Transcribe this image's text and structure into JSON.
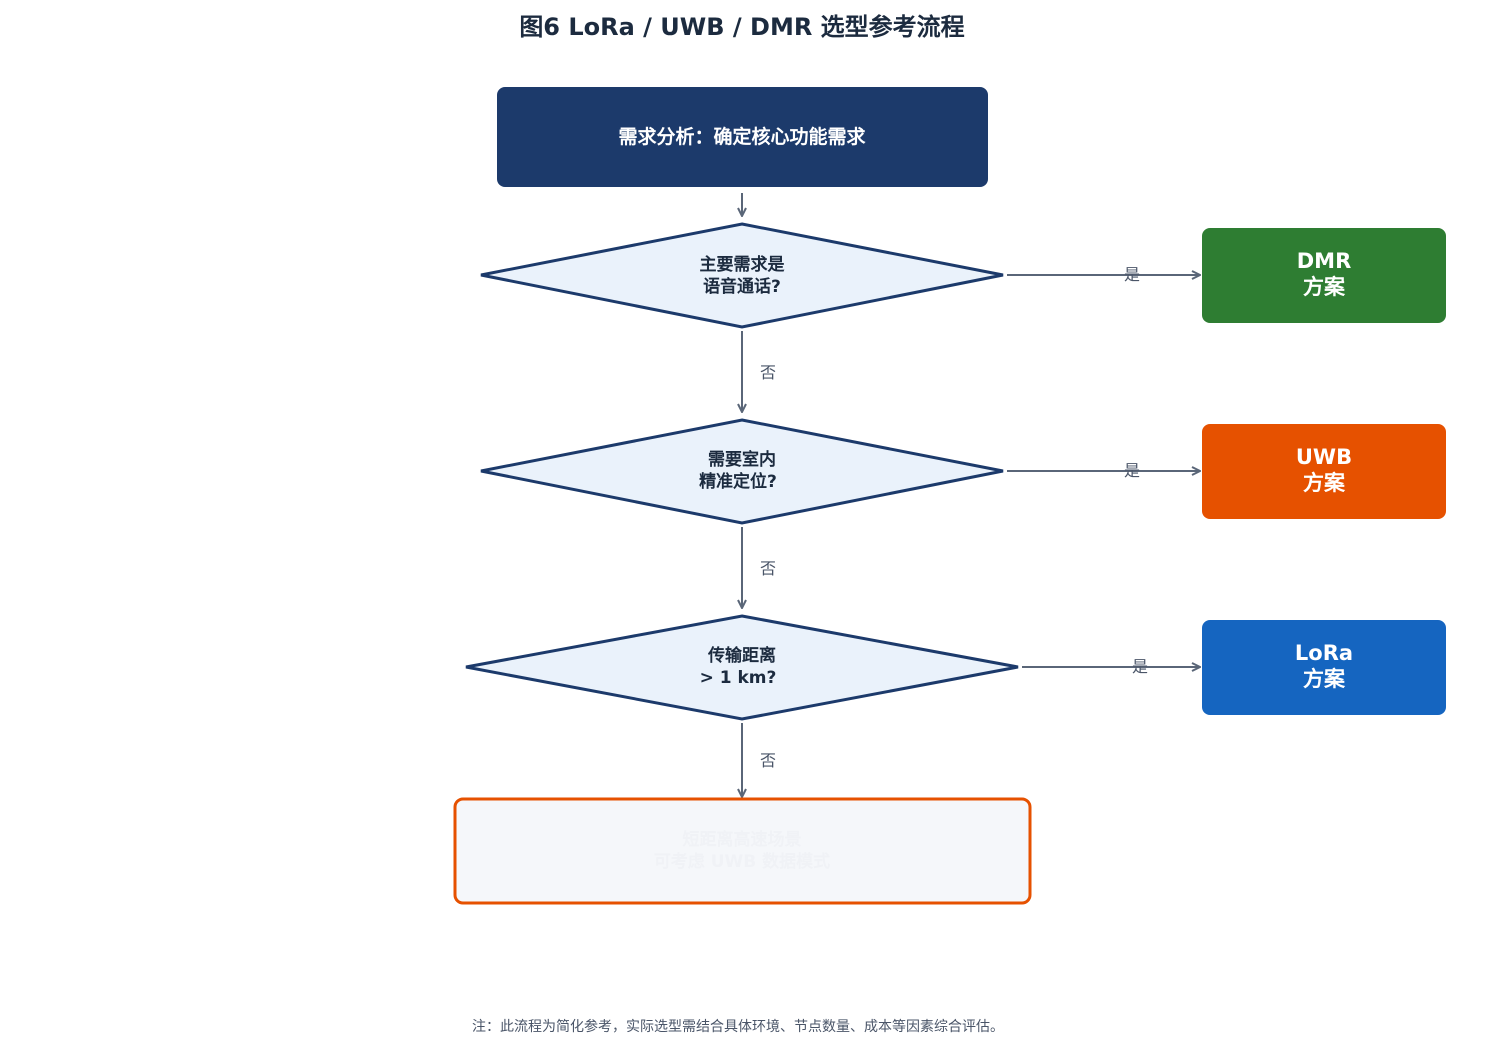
{
  "title": "图6  LoRa / UWB / DMR 选型参考流程",
  "start": {
    "label": "需求分析：确定核心功能需求",
    "color": "#1c3a6b"
  },
  "decisions": [
    {
      "lines": [
        "主要需求是",
        "语音通话?"
      ],
      "yes_label": "是",
      "no_label": "否"
    },
    {
      "lines": [
        "需要室内",
        "精准定位?"
      ],
      "yes_label": "是",
      "no_label": "否"
    },
    {
      "lines": [
        "传输距离",
        "> 1 km?"
      ],
      "yes_label": "是",
      "no_label": "否"
    }
  ],
  "results": [
    {
      "lines": [
        "DMR",
        "方案"
      ],
      "color": "#2e7d32"
    },
    {
      "lines": [
        "UWB",
        "方案"
      ],
      "color": "#e65100"
    },
    {
      "lines": [
        "LoRa",
        "方案"
      ],
      "color": "#1565c0"
    }
  ],
  "fallback": {
    "lines": [
      "短距离高速场景",
      "可考虑 UWB 数据模式"
    ],
    "border_color": "#e65100",
    "fill_color": "#f5f7fa"
  },
  "note": "注：此流程为简化参考，实际选型需结合具体环境、节点数量、成本等因素综合评估。"
}
